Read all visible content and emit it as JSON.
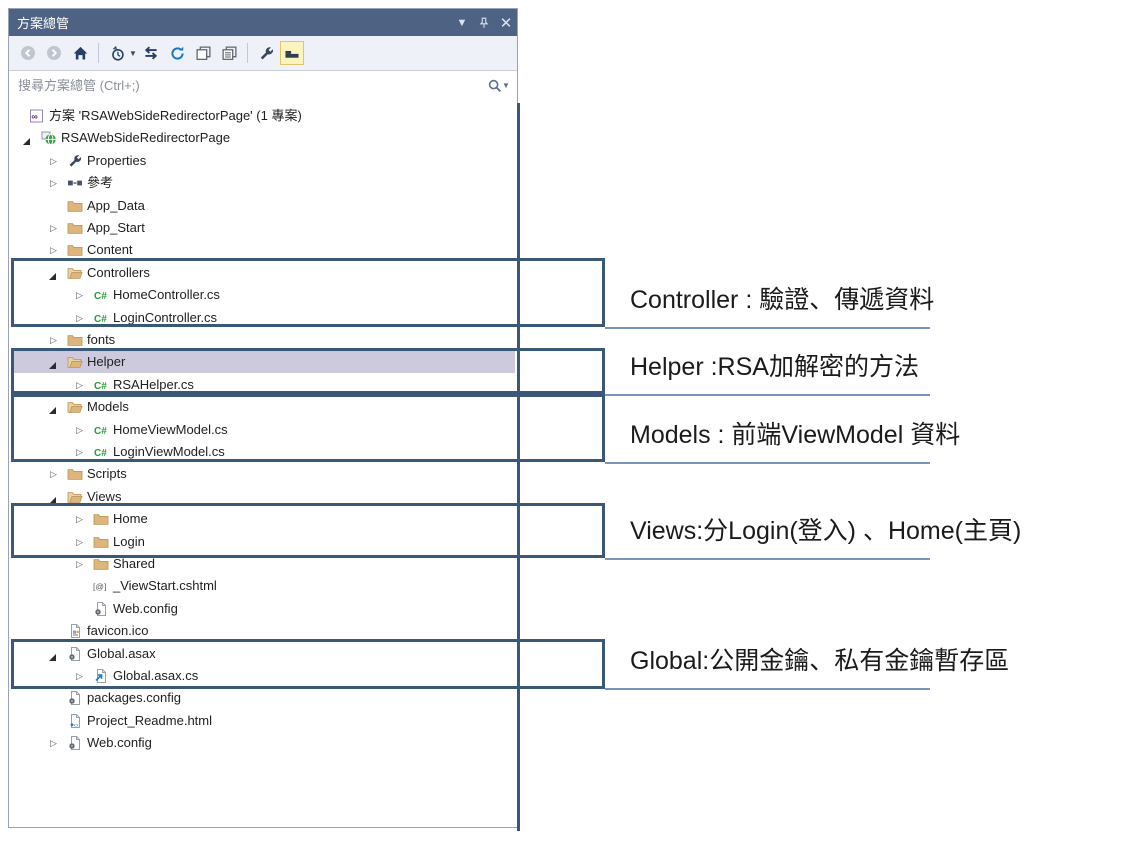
{
  "window": {
    "title": "方案總管",
    "controls": {
      "menu": "window-position-menu",
      "pin": "auto-hide-pin",
      "close": "close"
    }
  },
  "toolbar": {
    "buttons": [
      "back",
      "forward",
      "home",
      "pending-changes-filter",
      "sync-with-active-document",
      "refresh",
      "collapse-all",
      "show-all-files",
      "properties",
      "preview-selected-items"
    ],
    "active_toggle": "preview-selected-items"
  },
  "search": {
    "placeholder": "搜尋方案總管 (Ctrl+;)"
  },
  "tree": {
    "rows": [
      {
        "level": 0,
        "arrow": "none",
        "icon": "solution",
        "label": "方案 'RSAWebSideRedirectorPage' (1 專案)"
      },
      {
        "level": 1,
        "arrow": "expanded",
        "icon": "web-project",
        "label": "RSAWebSideRedirectorPage"
      },
      {
        "level": 2,
        "arrow": "collapsed",
        "icon": "wrench",
        "label": "Properties"
      },
      {
        "level": 2,
        "arrow": "collapsed",
        "icon": "references",
        "label": "參考"
      },
      {
        "level": 2,
        "arrow": "none",
        "icon": "folder",
        "label": "App_Data"
      },
      {
        "level": 2,
        "arrow": "collapsed",
        "icon": "folder",
        "label": "App_Start"
      },
      {
        "level": 2,
        "arrow": "collapsed",
        "icon": "folder",
        "label": "Content"
      },
      {
        "level": 2,
        "arrow": "expanded",
        "icon": "folder-open",
        "label": "Controllers"
      },
      {
        "level": 3,
        "arrow": "collapsed",
        "icon": "csharp",
        "label": "HomeController.cs"
      },
      {
        "level": 3,
        "arrow": "collapsed",
        "icon": "csharp",
        "label": "LoginController.cs"
      },
      {
        "level": 2,
        "arrow": "collapsed",
        "icon": "folder",
        "label": "fonts"
      },
      {
        "level": 2,
        "arrow": "expanded",
        "icon": "folder-open",
        "label": "Helper",
        "selected": true
      },
      {
        "level": 3,
        "arrow": "collapsed",
        "icon": "csharp",
        "label": "RSAHelper.cs"
      },
      {
        "level": 2,
        "arrow": "expanded",
        "icon": "folder-open",
        "label": "Models"
      },
      {
        "level": 3,
        "arrow": "collapsed",
        "icon": "csharp",
        "label": "HomeViewModel.cs"
      },
      {
        "level": 3,
        "arrow": "collapsed",
        "icon": "csharp",
        "label": "LoginViewModel.cs"
      },
      {
        "level": 2,
        "arrow": "collapsed",
        "icon": "folder",
        "label": "Scripts"
      },
      {
        "level": 2,
        "arrow": "expanded",
        "icon": "folder-open",
        "label": "Views"
      },
      {
        "level": 3,
        "arrow": "collapsed",
        "icon": "folder",
        "label": "Home"
      },
      {
        "level": 3,
        "arrow": "collapsed",
        "icon": "folder",
        "label": "Login"
      },
      {
        "level": 3,
        "arrow": "collapsed",
        "icon": "folder",
        "label": "Shared"
      },
      {
        "level": 3,
        "arrow": "none",
        "icon": "viewstart",
        "label": "_ViewStart.cshtml"
      },
      {
        "level": 3,
        "arrow": "none",
        "icon": "config",
        "label": "Web.config"
      },
      {
        "level": 2,
        "arrow": "none",
        "icon": "favicon",
        "label": "favicon.ico"
      },
      {
        "level": 2,
        "arrow": "expanded",
        "icon": "global-asax",
        "label": "Global.asax"
      },
      {
        "level": 3,
        "arrow": "collapsed",
        "icon": "cs-file-arrow",
        "label": "Global.asax.cs"
      },
      {
        "level": 2,
        "arrow": "none",
        "icon": "config",
        "label": "packages.config"
      },
      {
        "level": 2,
        "arrow": "none",
        "icon": "html-file",
        "label": "Project_Readme.html"
      },
      {
        "level": 2,
        "arrow": "collapsed",
        "icon": "config",
        "label": "Web.config"
      }
    ]
  },
  "annotations": [
    {
      "target": "Controllers",
      "text": "Controller : 驗證、傳遞資料"
    },
    {
      "target": "Helper",
      "text": "Helper :RSA加解密的方法"
    },
    {
      "target": "Models",
      "text": "Models : 前端ViewModel 資料"
    },
    {
      "target": "Views",
      "text": "Views:分Login(登入) 、Home(主頁)"
    },
    {
      "target": "Global.asax",
      "text": "Global:公開金鑰、私有金鑰暫存區"
    }
  ],
  "colors": {
    "titlebar_bg": "#4e6384",
    "box_border": "#3a5878",
    "leader_line": "#7795b8",
    "selection_bg": "#cdcade",
    "folder_tan": "#dcb67a",
    "csharp_green": "#279b37",
    "refresh_blue": "#1b79c0",
    "toggle_highlight_bg": "#fdf4bd"
  }
}
